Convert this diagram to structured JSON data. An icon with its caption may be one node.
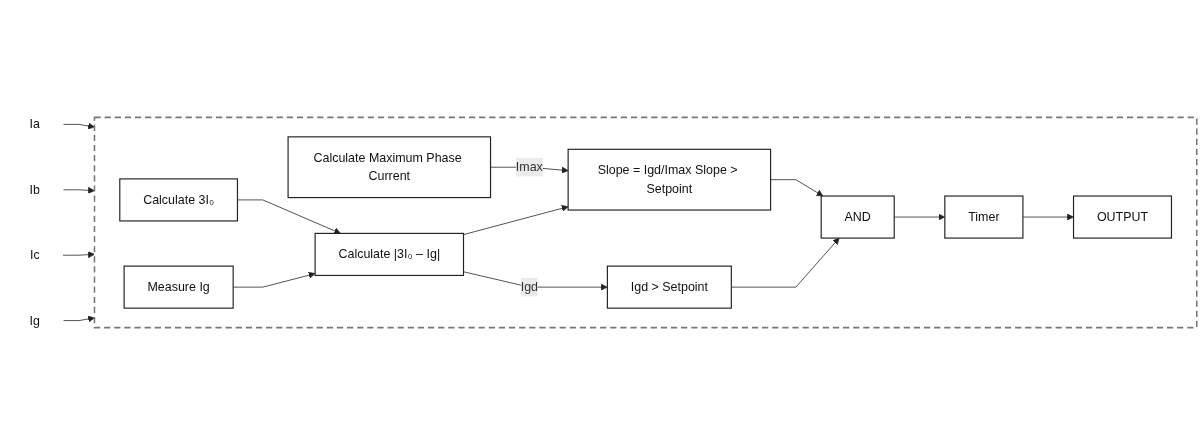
{
  "diagram": {
    "nodes": [
      {
        "text": [],
        "shape": "box"
      },
      {
        "text": [
          "Ia"
        ]
      },
      {
        "text": [
          "Ib"
        ]
      },
      {
        "text": [
          "Ic"
        ]
      },
      {
        "text": [
          "Ig"
        ]
      },
      {
        "text": [
          "Calculate Maximum Phase Current"
        ],
        "in": 0
      },
      {
        "text": [
          "Calculate 3I₀"
        ],
        "in": 0
      },
      {
        "text": [
          "Measure Ig"
        ],
        "in": 0
      },
      {
        "text": [
          "Calculate |3I₀ – Ig|"
        ],
        "in": 0
      },
      {
        "text": [
          "Slope = Igd/Imax Slope > Setpoint"
        ],
        "in": 0
      },
      {
        "text": [
          "Igd > Setpoint"
        ],
        "in": 0
      },
      {
        "text": [
          "AND"
        ],
        "in": 0
      },
      {
        "text": [
          "Timer"
        ],
        "in": 0
      },
      {
        "text": [
          "OUTPUT"
        ],
        "in": 0
      }
    ],
    "edges": [
      {
        "from": 1,
        "to": 0,
        "arrow": "to"
      },
      {
        "from": 2,
        "to": 0,
        "arrow": "to"
      },
      {
        "from": 3,
        "to": 0,
        "arrow": "to"
      },
      {
        "from": 4,
        "to": 0,
        "arrow": "to"
      },
      {
        "from": 5,
        "to": 9,
        "arrow": "to",
        "label": "Imax"
      },
      {
        "from": 6,
        "to": 8,
        "arrow": "to"
      },
      {
        "from": 7,
        "to": 8,
        "arrow": "to"
      },
      {
        "from": 8,
        "to": 9,
        "arrow": "to"
      },
      {
        "from": 8,
        "to": 10,
        "arrow": "to",
        "label": "Igd"
      },
      {
        "from": 9,
        "to": 11,
        "arrow": "to"
      },
      {
        "from": 10,
        "to": 11,
        "arrow": "to"
      },
      {
        "from": 11,
        "to": 12,
        "arrow": "to"
      },
      {
        "from": 12,
        "to": 13,
        "arrow": "to"
      }
    ]
  }
}
